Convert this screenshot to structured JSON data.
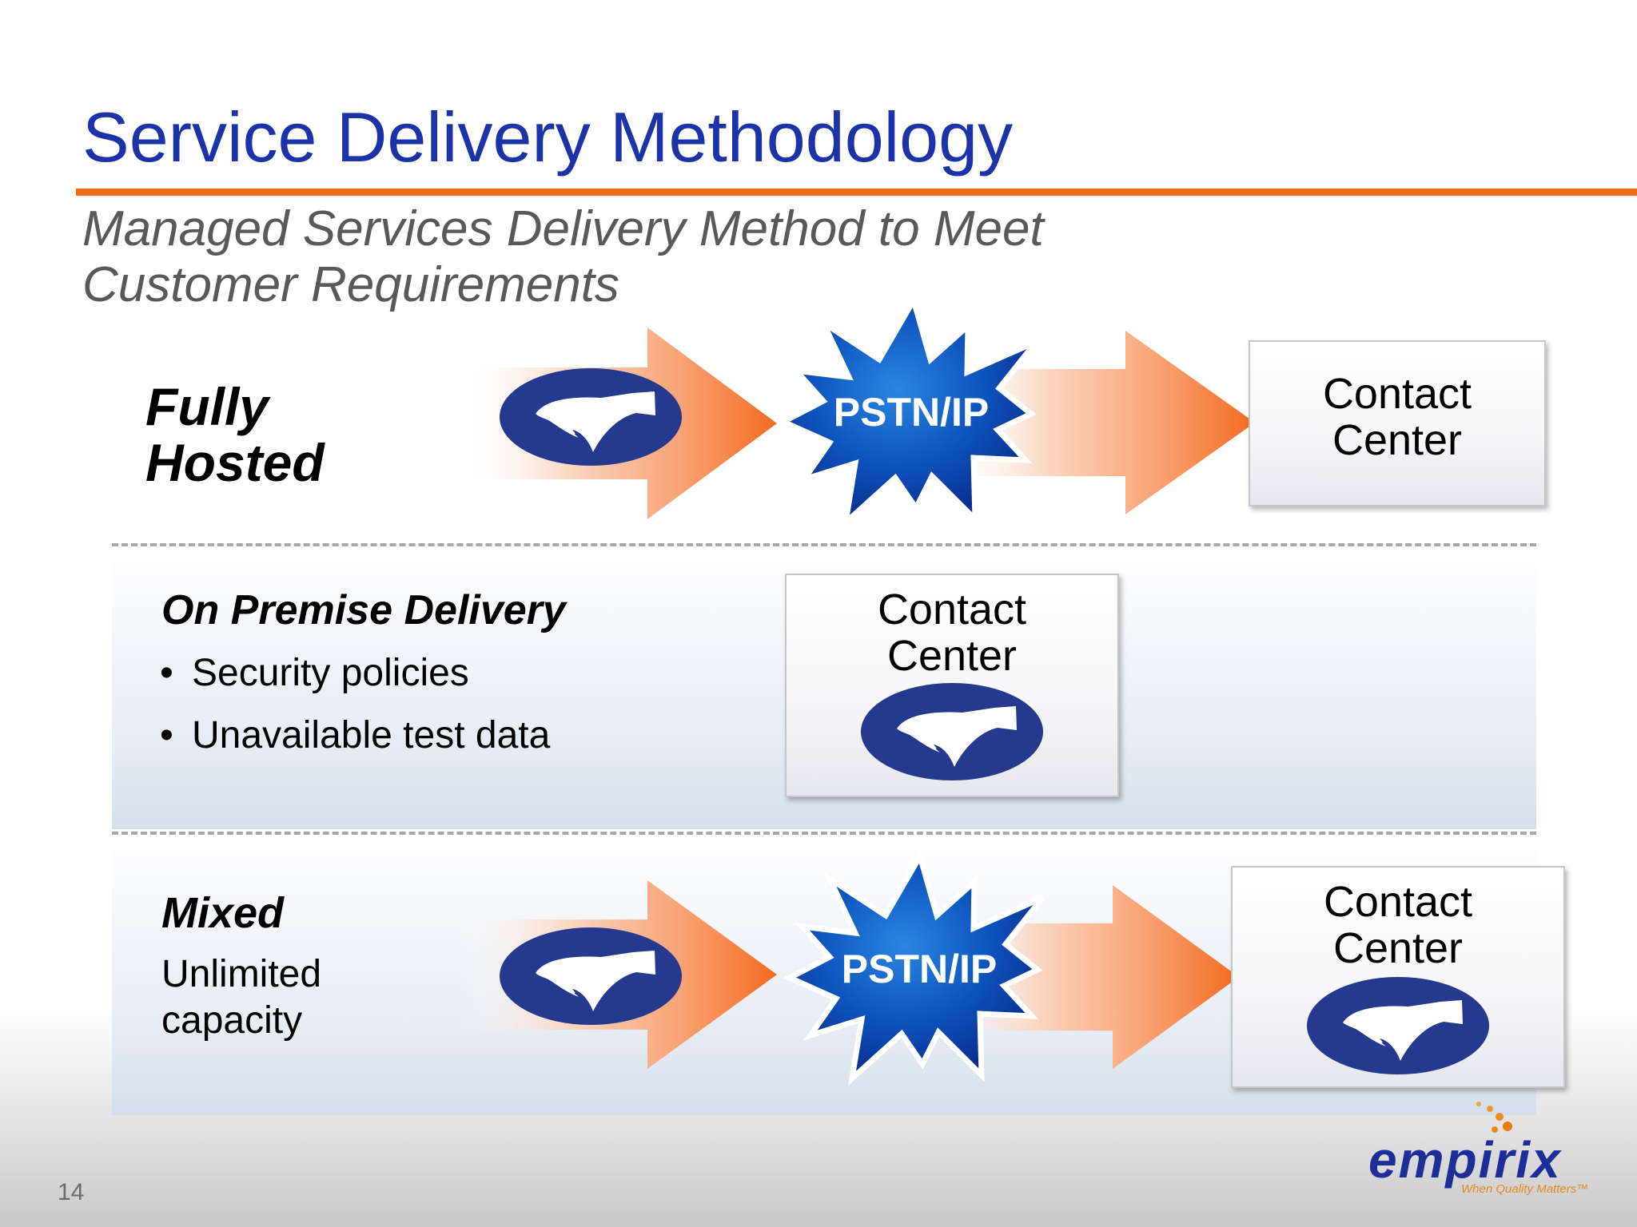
{
  "slide": {
    "title": "Service Delivery Methodology",
    "subtitle_line1": "Managed Services Delivery Method to Meet",
    "subtitle_line2": "Customer Requirements",
    "page_number": "14"
  },
  "rows": {
    "fully_hosted": {
      "label_line1": "Fully",
      "label_line2": "Hosted",
      "network_label": "PSTN/IP",
      "box_line1": "Contact",
      "box_line2": "Center"
    },
    "on_premise": {
      "heading": "On Premise Delivery",
      "bullets": [
        "Security policies",
        "Unavailable test data"
      ],
      "box_line1": "Contact",
      "box_line2": "Center"
    },
    "mixed": {
      "heading": "Mixed",
      "desc_line1": "Unlimited",
      "desc_line2": "capacity",
      "network_label": "PSTN/IP",
      "box_line1": "Contact",
      "box_line2": "Center"
    }
  },
  "logo": {
    "wordmark": "empirix",
    "tagline": "When Quality Matters™"
  },
  "colors": {
    "title_blue": "#1a33a8",
    "accent_orange": "#f26b1d",
    "burst_blue": "#0b3fa8",
    "badge_navy": "#253a8e"
  },
  "icons": [
    "hammerhead-logo-icon",
    "orange-arrow-icon",
    "network-burst-icon",
    "bullet-dot-icon"
  ]
}
